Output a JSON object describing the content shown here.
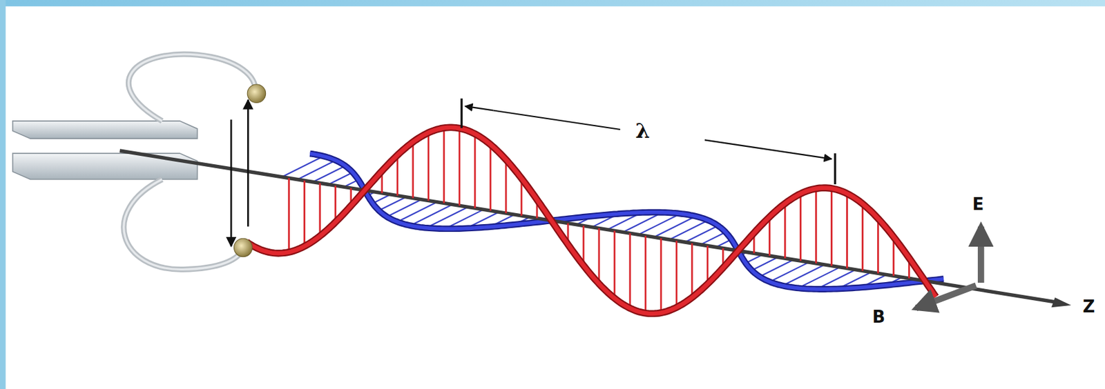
{
  "diagram": {
    "labels": [
      "λ",
      "E",
      "B",
      "Z"
    ]
  }
}
